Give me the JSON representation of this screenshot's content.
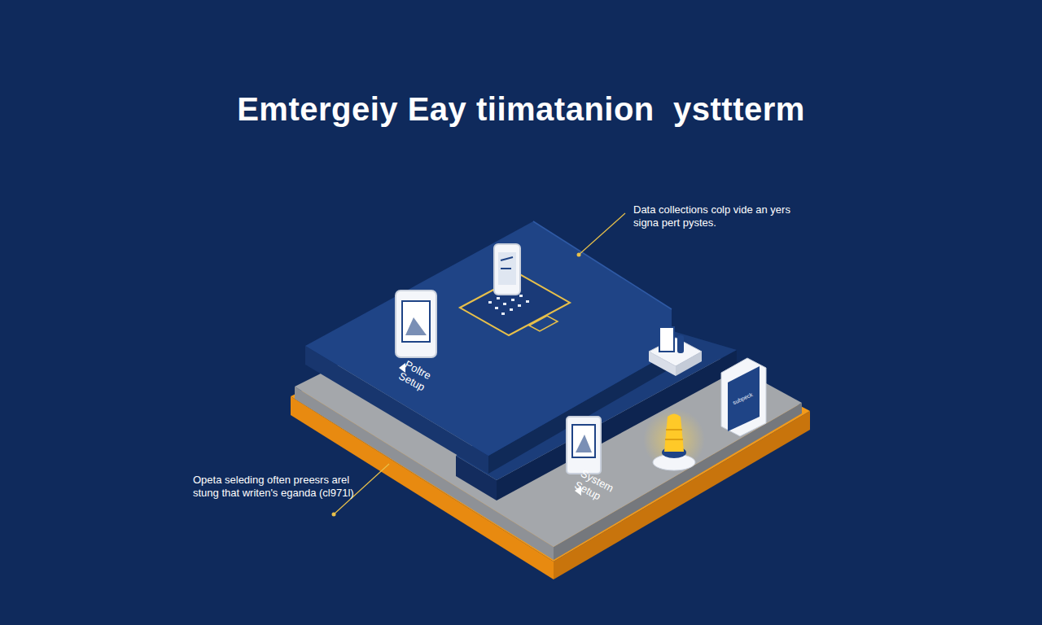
{
  "diagram": {
    "title": "Emtergeiy Eay tiimatanion  ysttterm",
    "labels": [
      "Data collections colp vide an yers signa pert pystes.",
      "Opeta seleding often preesrs arel stung that writen's eganda (cl971l)",
      "Poltre Setup",
      "System Setup",
      "subpeck"
    ]
  }
}
